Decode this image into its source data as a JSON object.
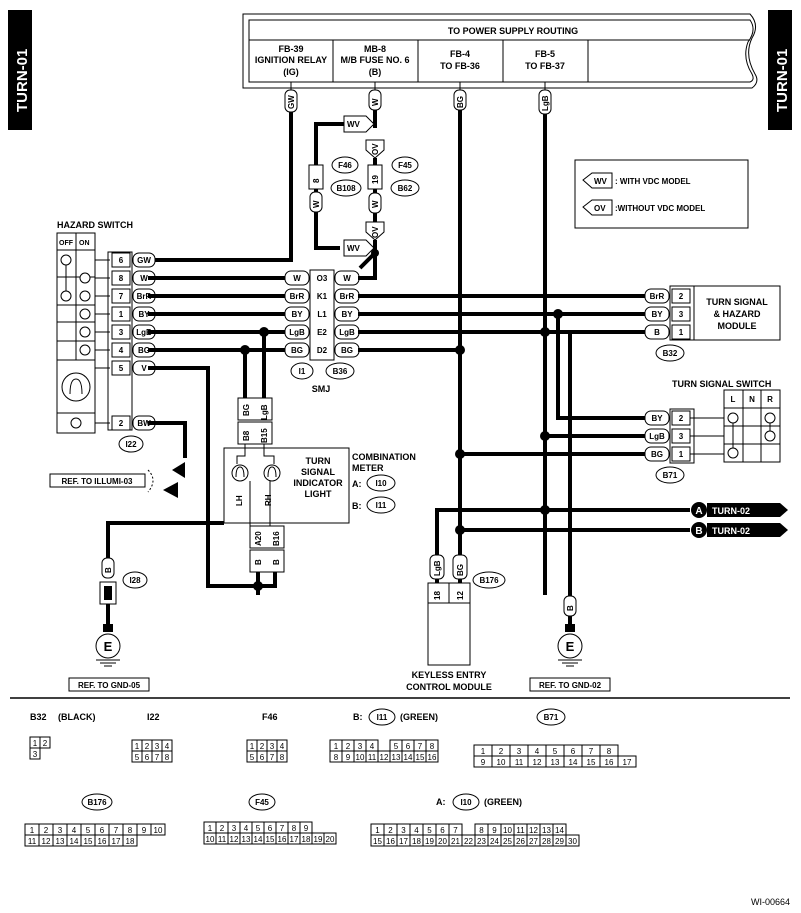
{
  "side_tab_text": "TURN-01",
  "power_routing": {
    "title": "TO POWER SUPPLY ROUTING",
    "columns": [
      {
        "l1": "FB-39",
        "l2": "IGNITION RELAY",
        "l3": "(IG)"
      },
      {
        "l1": "MB-8",
        "l2": "M/B FUSE NO. 6",
        "l3": "(B)"
      },
      {
        "l1": "FB-4",
        "l2": "TO FB-36",
        "l3": ""
      },
      {
        "l1": "FB-5",
        "l2": "TO FB-37",
        "l3": ""
      }
    ]
  },
  "wire_colors": [
    "GW",
    "W",
    "BG",
    "LgB",
    "WV",
    "OV",
    "W",
    "W",
    "OV",
    "WV"
  ],
  "legend": {
    "wv": "WV",
    "wv_text": ": WITH VDC MODEL",
    "ov": "OV",
    "ov_text": ":WITHOUT VDC MODEL"
  },
  "fuse_labels": {
    "f46": "F46",
    "f45": "F45",
    "b108": "B108",
    "b62": "B62",
    "pin8": "8",
    "pin19": "19"
  },
  "hazard_switch": {
    "title": "HAZARD SWITCH",
    "off": "OFF",
    "on": "ON",
    "pins": [
      {
        "pin": "6",
        "color": "GW"
      },
      {
        "pin": "8",
        "color": "W"
      },
      {
        "pin": "7",
        "color": "BrR"
      },
      {
        "pin": "1",
        "color": "BY"
      },
      {
        "pin": "3",
        "color": "LgB"
      },
      {
        "pin": "4",
        "color": "BG"
      },
      {
        "pin": "5",
        "color": "V"
      },
      {
        "pin": "2",
        "color": "BW"
      }
    ],
    "connector": "I22"
  },
  "smj": {
    "title": "SMJ",
    "rows": [
      {
        "l": "W",
        "pin": "O3",
        "r": "W"
      },
      {
        "l": "BrR",
        "pin": "K1",
        "r": "BrR"
      },
      {
        "l": "BY",
        "pin": "L1",
        "r": "BY"
      },
      {
        "l": "LgB",
        "pin": "E2",
        "r": "LgB"
      },
      {
        "l": "BG",
        "pin": "D2",
        "r": "BG"
      }
    ],
    "conn_a": "I1",
    "conn_b": "B36"
  },
  "turn_module": {
    "title_lines": [
      "TURN SIGNAL",
      "& HAZARD",
      "MODULE"
    ],
    "pins": [
      {
        "c": "BrR",
        "p": "2"
      },
      {
        "c": "BY",
        "p": "3"
      },
      {
        "c": "B",
        "p": "1"
      }
    ],
    "connector": "B32"
  },
  "turn_switch": {
    "title": "TURN SIGNAL SWITCH",
    "cols": [
      "L",
      "N",
      "R"
    ],
    "pins": [
      {
        "c": "BY",
        "p": "2"
      },
      {
        "c": "LgB",
        "p": "3"
      },
      {
        "c": "BG",
        "p": "1"
      }
    ],
    "connector": "B71"
  },
  "indicator": {
    "title_lines": [
      "TURN",
      "SIGNAL",
      "INDICATOR",
      "LIGHT"
    ],
    "lh": "LH",
    "rh": "RH",
    "top_wires": [
      "BG",
      "LgB"
    ],
    "top_pins": [
      "B8",
      "B15"
    ],
    "bot_pins": [
      "A20",
      "B16"
    ],
    "bot_wires": [
      "B",
      "B"
    ]
  },
  "meter": {
    "title_lines": [
      "COMBINATION",
      "METER"
    ],
    "a_label": "A:",
    "a_conn": "I10",
    "b_label": "B:",
    "b_conn": "I11"
  },
  "refs": {
    "illumi": "REF. TO ILLUMI-03",
    "gnd05": "REF. TO GND-05",
    "gnd02": "REF. TO GND-02"
  },
  "turn02": [
    {
      "letter": "A",
      "label": "TURN-02"
    },
    {
      "letter": "B",
      "label": "TURN-02"
    }
  ],
  "ground_left": {
    "wire": "B",
    "connector": "I28",
    "symbol": "E"
  },
  "ground_right": {
    "wire": "B",
    "symbol": "E"
  },
  "keyless": {
    "title_lines": [
      "KEYLESS ENTRY",
      "CONTROL MODULE"
    ],
    "wires": [
      "LgB",
      "BG"
    ],
    "pins": [
      "18",
      "12"
    ],
    "connector": "B176"
  },
  "connector_views": {
    "b32": {
      "name": "B32",
      "note": "(BLACK)",
      "top": [
        "1",
        "2"
      ],
      "bot": [
        "3"
      ]
    },
    "i22": {
      "name": "I22",
      "top": [
        "1",
        "2",
        "3",
        "4"
      ],
      "bot": [
        "5",
        "6",
        "7",
        "8"
      ]
    },
    "f46": {
      "name": "F46",
      "top": [
        "1",
        "2",
        "3",
        "4"
      ],
      "bot": [
        "5",
        "6",
        "7",
        "8"
      ]
    },
    "i11": {
      "prefix": "B:",
      "name": "I11",
      "note": "(GREEN)",
      "top": [
        "1",
        "2",
        "3",
        "4",
        "",
        "5",
        "6",
        "7",
        "8"
      ],
      "bot": [
        "8",
        "9",
        "10",
        "11",
        "12",
        "13",
        "14",
        "15",
        "16"
      ]
    },
    "b71": {
      "name": "B71",
      "top": [
        "1",
        "2",
        "3",
        "4",
        "5",
        "6",
        "7",
        "8"
      ],
      "bot": [
        "9",
        "10",
        "11",
        "12",
        "13",
        "14",
        "15",
        "16",
        "17"
      ]
    },
    "b176": {
      "name": "B176",
      "top": [
        "1",
        "2",
        "3",
        "4",
        "5",
        "6",
        "7",
        "8",
        "9",
        "10"
      ],
      "bot": [
        "11",
        "12",
        "13",
        "14",
        "15",
        "16",
        "17",
        "18"
      ]
    },
    "f45": {
      "name": "F45",
      "top": [
        "1",
        "2",
        "3",
        "4",
        "5",
        "6",
        "7",
        "8",
        "9"
      ],
      "bot": [
        "10",
        "11",
        "12",
        "13",
        "14",
        "15",
        "16",
        "17",
        "18",
        "19",
        "20"
      ]
    },
    "i10": {
      "prefix": "A:",
      "name": "I10",
      "note": "(GREEN)",
      "top": [
        "1",
        "2",
        "3",
        "4",
        "5",
        "6",
        "7",
        "",
        "8",
        "9",
        "10",
        "11",
        "12",
        "13",
        "14"
      ],
      "bot": [
        "15",
        "16",
        "17",
        "18",
        "19",
        "20",
        "21",
        "22",
        "23",
        "24",
        "25",
        "26",
        "27",
        "28",
        "29",
        "30"
      ]
    }
  },
  "diagram_id": "WI-00664"
}
